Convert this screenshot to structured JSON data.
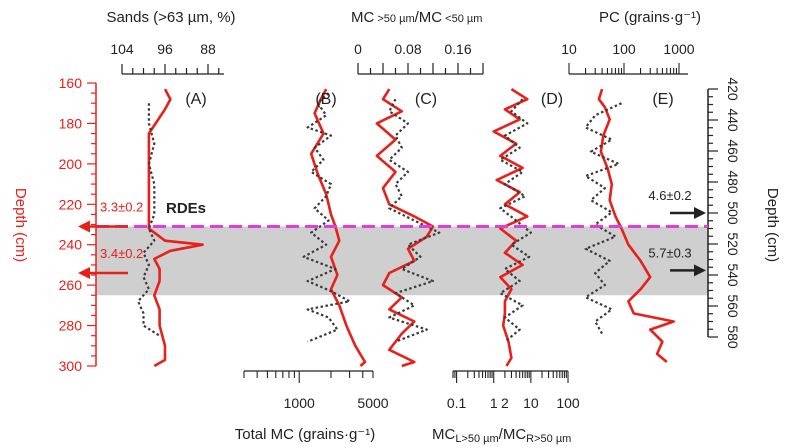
{
  "colors": {
    "solid_series": "#e8201a",
    "dotted_series": "#3a3a3a",
    "left_depth_axis": "#e8201a",
    "right_depth_axis": "#222222",
    "event_line": "#e23ce0",
    "shaded_zone": "#cfcfcf"
  },
  "chart_data": {
    "type": "line",
    "layout": "multi-panel depth profiles (stratigraphic plot)",
    "panel_labels": [
      "(A)",
      "(B)",
      "(C)",
      "(D)",
      "(E)"
    ],
    "left_axis": {
      "label": "Depth (cm)",
      "ticks": [
        "160",
        "180",
        "200",
        "220",
        "240",
        "260",
        "280",
        "300"
      ],
      "range": [
        160,
        300
      ]
    },
    "right_axis": {
      "label": "Depth (cm)",
      "ticks": [
        "420",
        "440",
        "460",
        "480",
        "500",
        "520",
        "540",
        "560",
        "580"
      ],
      "range": [
        420,
        580
      ]
    },
    "top_axes": [
      {
        "panel": "(A)",
        "label": "Sands (>63 µm, %)",
        "ticks": [
          "104",
          "96",
          "88"
        ],
        "reversed": true
      },
      {
        "panel": "(C)",
        "label_main": "MC",
        "label_sub1": " >50 µm",
        "label_mid": "/MC",
        "label_sub2": " <50 µm",
        "ticks": [
          "0",
          "0.08",
          "0.16"
        ]
      },
      {
        "panel": "(E)",
        "label": "PC (grains·g⁻¹)",
        "ticks": [
          "10",
          "100",
          "1000"
        ],
        "scale": "log"
      }
    ],
    "bottom_axes": [
      {
        "panel": "(B)",
        "label": "Total MC (grains·g⁻¹)",
        "ticks": [
          "1000",
          "5000"
        ],
        "scale": "log"
      },
      {
        "panel": "(D)",
        "label_main": "MC",
        "label_sub1": "L>50 µm",
        "label_mid": "/MC",
        "label_sub2": "R>50 µm",
        "ticks": [
          "0.1",
          "1",
          "2",
          "10",
          "100"
        ],
        "scale": "log"
      }
    ],
    "event": {
      "label": "RDEs",
      "depth_left_cm": 231,
      "depth_right_cm": 507
    },
    "shaded_zone_depth_cm": [
      231,
      265
    ],
    "age_markers": [
      {
        "side": "left",
        "text": "3.3±0.2",
        "depth_cm": 231
      },
      {
        "side": "left",
        "text": "3.4±0.2",
        "depth_cm": 254
      },
      {
        "side": "right",
        "text": "4.6±0.2",
        "depth_cm": 500
      },
      {
        "side": "right",
        "text": "5.7±0.3",
        "depth_cm": 537
      }
    ],
    "series": [
      {
        "panel": "(A)",
        "style": "solid",
        "depth": [
          163,
          168,
          173,
          185,
          195,
          205,
          215,
          225,
          232,
          238,
          240,
          243,
          247,
          252,
          258,
          265,
          272,
          280,
          290,
          297,
          300
        ],
        "value": [
          96,
          95,
          96,
          99,
          99,
          99,
          99,
          99,
          99,
          96,
          89,
          95,
          98,
          97,
          97,
          98,
          97,
          97,
          96,
          96,
          98
        ]
      },
      {
        "panel": "(A)",
        "style": "dotted",
        "depth": [
          170,
          180,
          190,
          200,
          210,
          220,
          225,
          232,
          238,
          244,
          250,
          256,
          262,
          268,
          274,
          280,
          285
        ],
        "value": [
          99,
          99,
          98,
          99,
          98,
          98,
          98,
          99,
          98,
          100,
          99,
          100,
          99,
          101,
          100,
          100,
          97
        ]
      },
      {
        "panel": "(B)",
        "style": "solid",
        "depth": [
          163,
          168,
          175,
          185,
          195,
          205,
          215,
          225,
          231,
          238,
          246,
          255,
          262,
          270,
          280,
          290,
          298,
          300
        ],
        "value": [
          1800,
          1600,
          1400,
          1700,
          1300,
          1500,
          1800,
          2000,
          2200,
          2400,
          2000,
          2300,
          2000,
          2400,
          2800,
          3400,
          4200,
          3800
        ]
      },
      {
        "panel": "(B)",
        "style": "dotted",
        "depth": [
          165,
          170,
          176,
          182,
          186,
          192,
          198,
          204,
          210,
          216,
          222,
          228,
          234,
          240,
          246,
          252,
          258,
          263,
          268,
          272,
          276,
          282,
          288
        ],
        "value": [
          1900,
          1500,
          1800,
          1200,
          2000,
          1400,
          1700,
          1300,
          2000,
          1800,
          1400,
          1900,
          1300,
          1800,
          1100,
          2200,
          1200,
          2000,
          3000,
          1200,
          1900,
          2300,
          1200
        ]
      },
      {
        "panel": "(C)",
        "style": "solid",
        "depth": [
          163,
          168,
          174,
          180,
          188,
          196,
          204,
          212,
          220,
          226,
          231,
          236,
          242,
          248,
          254,
          260,
          266,
          272,
          278,
          284,
          292,
          298,
          300
        ],
        "value": [
          0.05,
          0.04,
          0.07,
          0.03,
          0.06,
          0.03,
          0.06,
          0.04,
          0.05,
          0.09,
          0.12,
          0.11,
          0.08,
          0.09,
          0.05,
          0.04,
          0.07,
          0.05,
          0.09,
          0.07,
          0.05,
          0.09,
          0.07
        ]
      },
      {
        "panel": "(C)",
        "style": "dotted",
        "depth": [
          168,
          174,
          180,
          186,
          192,
          198,
          204,
          210,
          216,
          222,
          228,
          234,
          240,
          246,
          252,
          258,
          264,
          270,
          276,
          282,
          288
        ],
        "value": [
          0.06,
          0.05,
          0.08,
          0.06,
          0.07,
          0.05,
          0.08,
          0.06,
          0.07,
          0.05,
          0.09,
          0.13,
          0.08,
          0.1,
          0.07,
          0.12,
          0.06,
          0.09,
          0.05,
          0.11,
          0.06
        ]
      },
      {
        "panel": "(D)",
        "style": "solid",
        "depth": [
          163,
          168,
          173,
          178,
          184,
          190,
          196,
          202,
          208,
          214,
          220,
          226,
          232,
          238,
          244,
          250,
          256,
          262,
          268,
          274,
          280,
          288,
          296,
          300
        ],
        "value": [
          3,
          8,
          2,
          5,
          1,
          4,
          1.5,
          6,
          1.2,
          5,
          2,
          8,
          1.5,
          4,
          2,
          6,
          1.5,
          3,
          2,
          2,
          1.8,
          2.5,
          3,
          2.2
        ]
      },
      {
        "panel": "(D)",
        "style": "dotted",
        "depth": [
          168,
          174,
          180,
          186,
          192,
          198,
          204,
          210,
          216,
          222,
          228,
          234,
          240,
          246,
          252,
          258,
          264,
          270,
          276,
          282,
          288
        ],
        "value": [
          6,
          3,
          8,
          2,
          5,
          1.5,
          6,
          2,
          7,
          1.5,
          4,
          10,
          3,
          9,
          2,
          5,
          1.5,
          6,
          2,
          5,
          2
        ]
      },
      {
        "panel": "(E)",
        "style": "solid",
        "depth": [
          163,
          168,
          172,
          178,
          186,
          194,
          202,
          210,
          218,
          226,
          232,
          240,
          248,
          256,
          262,
          268,
          274,
          278,
          282,
          288,
          294,
          298
        ],
        "value": [
          40,
          35,
          45,
          55,
          42,
          38,
          50,
          60,
          55,
          70,
          90,
          120,
          200,
          300,
          200,
          120,
          150,
          800,
          300,
          500,
          400,
          600
        ]
      },
      {
        "panel": "(E)",
        "style": "dotted",
        "depth": [
          170,
          176,
          182,
          188,
          194,
          200,
          206,
          212,
          218,
          224,
          230,
          236,
          242,
          248,
          254,
          260,
          266,
          272,
          278,
          284
        ],
        "value": [
          90,
          30,
          20,
          60,
          25,
          80,
          20,
          45,
          25,
          60,
          30,
          70,
          20,
          55,
          30,
          45,
          20,
          60,
          30,
          40
        ]
      }
    ]
  }
}
